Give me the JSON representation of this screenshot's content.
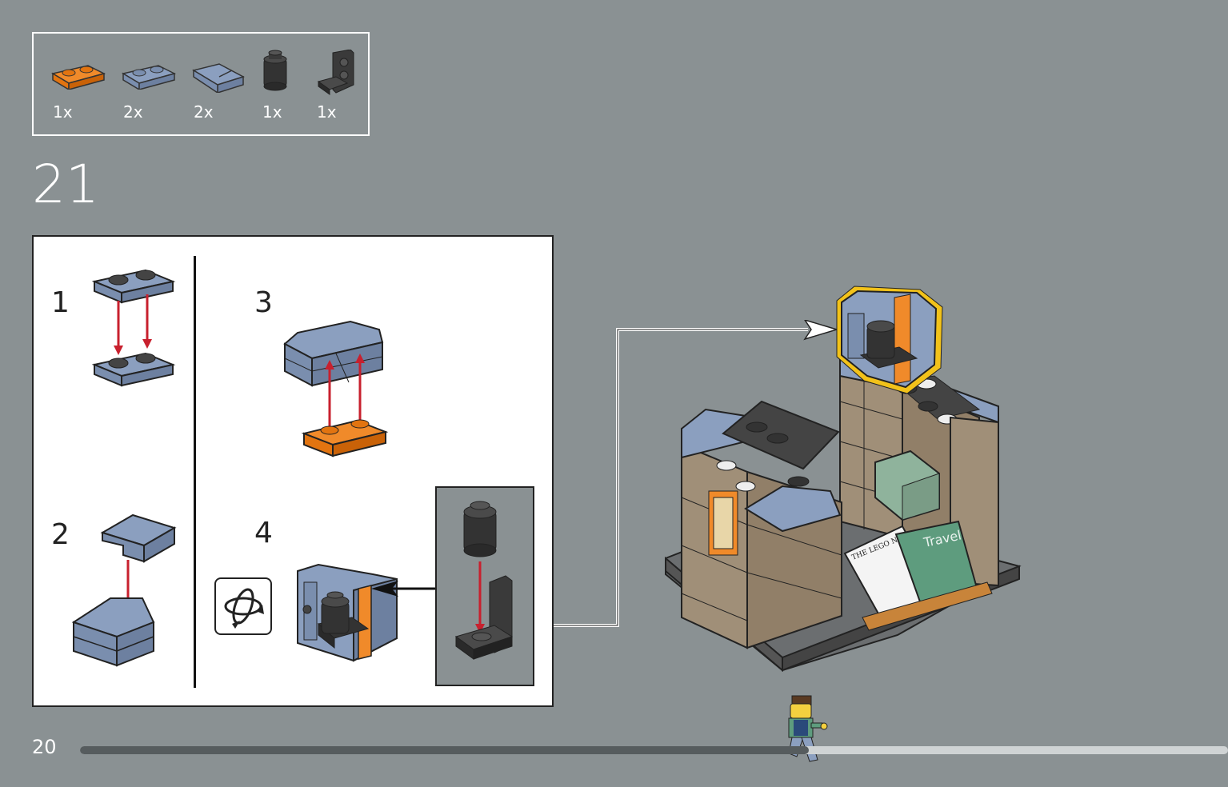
{
  "parts": [
    {
      "name": "orange-plate-1x2",
      "qty": "1x",
      "color": "#f08a2a"
    },
    {
      "name": "sand-blue-plate-1x2",
      "qty": "2x",
      "color": "#8b9fbf"
    },
    {
      "name": "sand-blue-slope-tile",
      "qty": "2x",
      "color": "#8b9fbf"
    },
    {
      "name": "black-round-brick",
      "qty": "1x",
      "color": "#2e2e2e"
    },
    {
      "name": "black-bracket",
      "qty": "1x",
      "color": "#2e2e2e"
    }
  ],
  "step": {
    "number": "21"
  },
  "substeps": [
    "1",
    "2",
    "3",
    "4"
  ],
  "page": {
    "number": "20",
    "progress": 0.635
  },
  "colors": {
    "background": "#8a9193",
    "arrow_red": "#c8202e",
    "highlight": "#f2c21a",
    "sand_blue": "#8b9fbf",
    "tan": "#a08f78"
  },
  "model": {
    "newspaper_text": "THE LEGO NEWS",
    "magazine_text": "Travel"
  }
}
